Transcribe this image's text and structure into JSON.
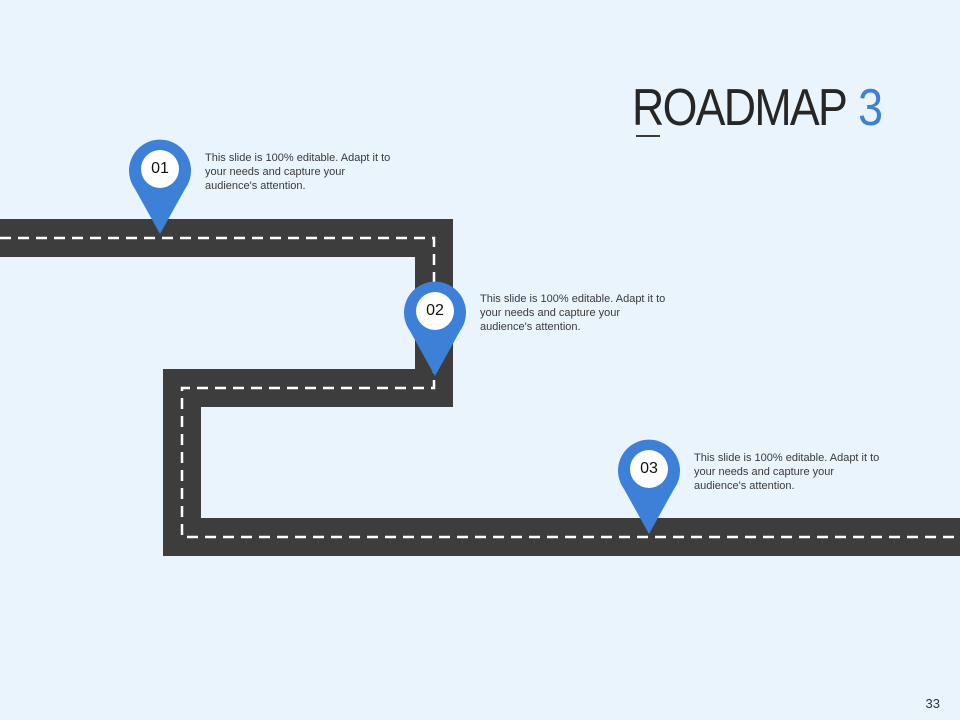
{
  "slide": {
    "title_word": "ROADMAP",
    "title_number": "3",
    "page_number": "33"
  },
  "milestones": [
    {
      "label": "01",
      "text": "This slide is 100% editable. Adapt it to your needs and capture your audience's attention."
    },
    {
      "label": "02",
      "text": "This slide is 100% editable. Adapt it to your needs and capture your audience's attention."
    },
    {
      "label": "03",
      "text": "This slide is 100% editable. Adapt it to your needs and capture your audience's attention."
    }
  ],
  "colors": {
    "background": "#eaf4fd",
    "road": "#3d3d3d",
    "lane_marking": "#ffffff",
    "pin": "#3d80d8",
    "title_accent": "#3d80d8"
  }
}
